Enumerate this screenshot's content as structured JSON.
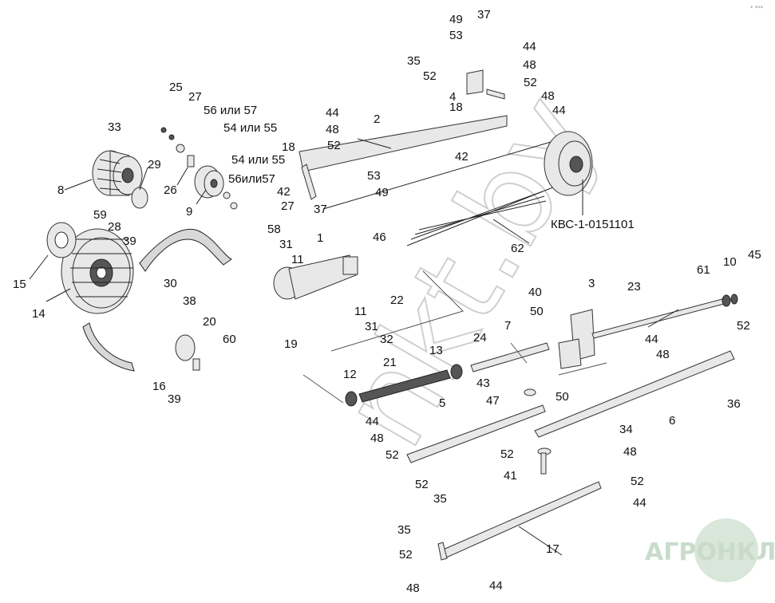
{
  "diagram": {
    "assembly_code": "КВС-1-0151101",
    "watermark": "nkt.by",
    "logo": "АГРОНКЛ",
    "corner_mark": "* ***",
    "labels": [
      "37",
      "49",
      "53",
      "35",
      "52",
      "4",
      "18",
      "44",
      "48",
      "52",
      "48",
      "44",
      "2",
      "42",
      "44",
      "48",
      "52",
      "18",
      "53",
      "49",
      "42",
      "37",
      "25",
      "27",
      "56 или 57",
      "54 или 55",
      "33",
      "29",
      "8",
      "26",
      "9",
      "54 или 55",
      "56или57",
      "27",
      "59",
      "28",
      "39",
      "15",
      "14",
      "58",
      "31",
      "11",
      "1",
      "46",
      "62",
      "30",
      "38",
      "11",
      "22",
      "31",
      "32",
      "19",
      "20",
      "60",
      "16",
      "39",
      "12",
      "21",
      "13",
      "24",
      "7",
      "40",
      "50",
      "3",
      "23",
      "61",
      "10",
      "45",
      "44",
      "48",
      "52",
      "36",
      "43",
      "47",
      "50",
      "5",
      "6",
      "44",
      "48",
      "52",
      "52",
      "35",
      "52",
      "41",
      "34",
      "48",
      "52",
      "44",
      "35",
      "52",
      "17",
      "48",
      "44"
    ]
  }
}
